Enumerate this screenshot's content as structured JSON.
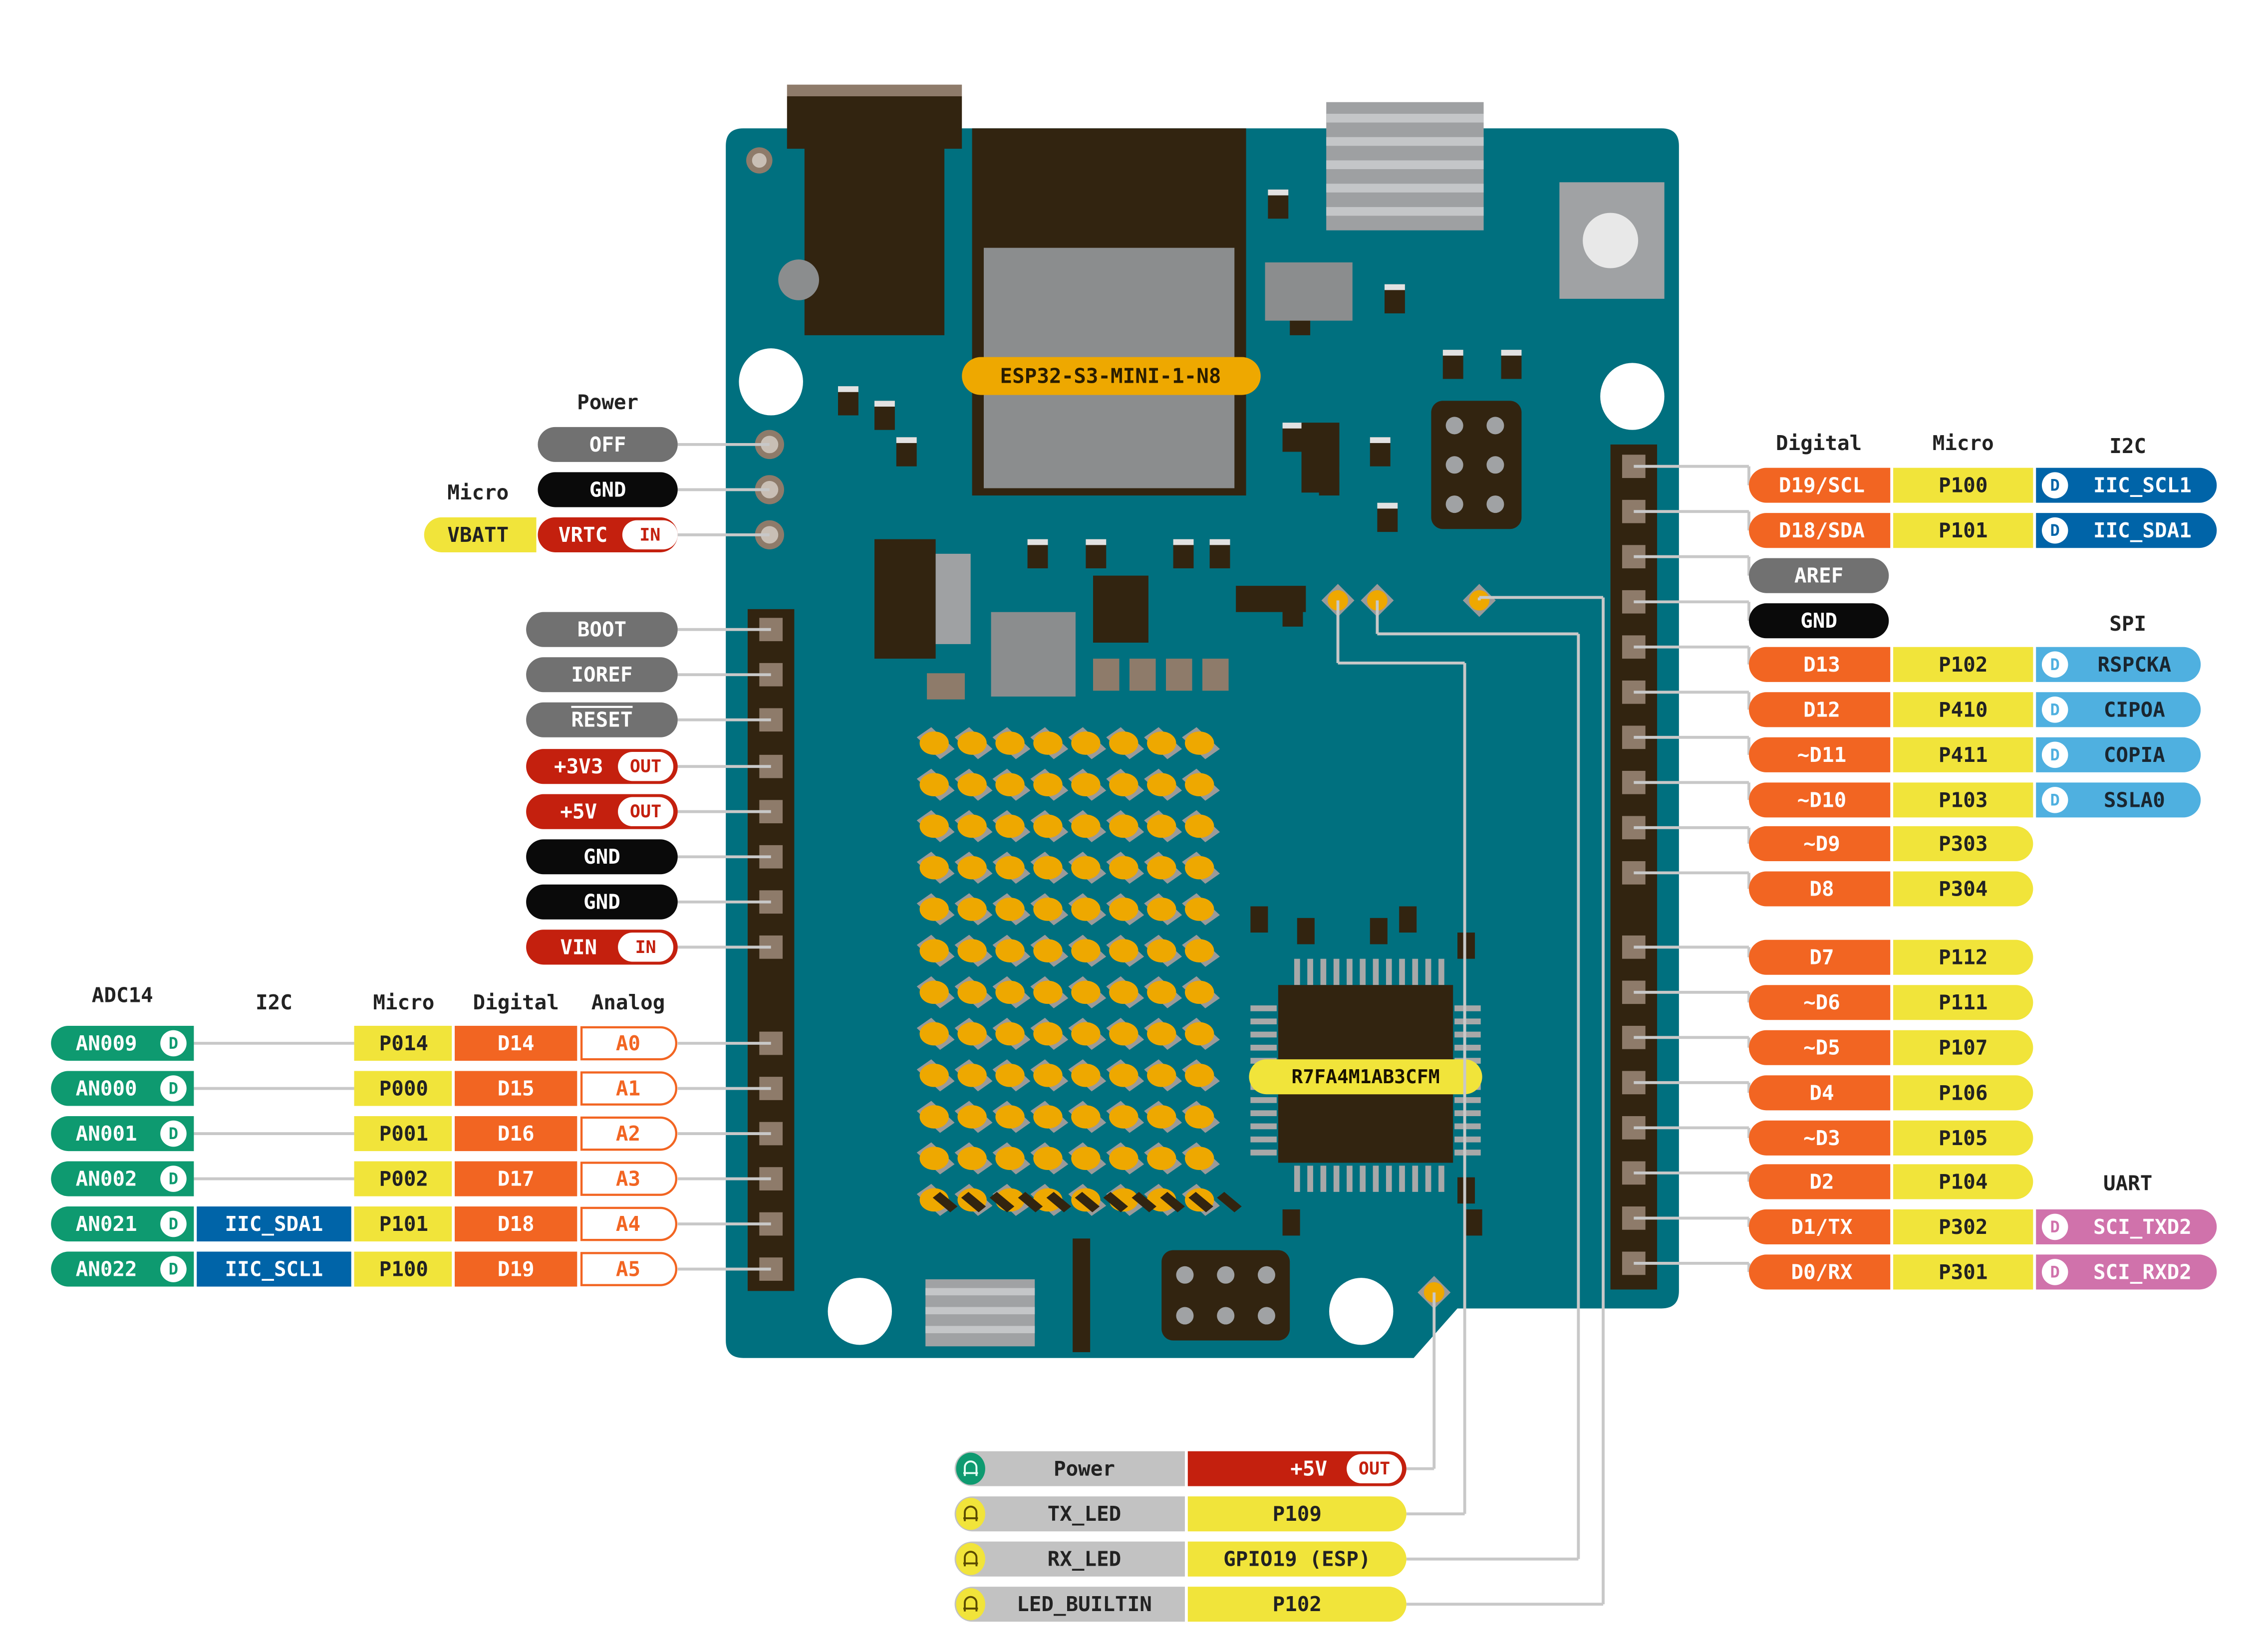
{
  "title": "Arduino UNO R4 WiFi Pinout",
  "colors": {
    "board": "#00707f",
    "header": "#322410",
    "pad": "#8e7b6a",
    "wire": "#c8c8c8",
    "gray": "#717171",
    "black": "#0a0a0a",
    "red": "#c4200e",
    "yellow": "#f1e43a",
    "orange": "#f26522",
    "green": "#0e9a70",
    "blue_dark": "#0064a8",
    "blue_light": "#4fb0e0",
    "pink": "#d072ab",
    "led_amber": "#eea800",
    "chip_gray": "#8b8d8e",
    "light_gray": "#c2c2c2",
    "white": "#ffffff"
  },
  "chips": {
    "esp": "ESP32-S3-MINI-1-N8",
    "mcu": "R7FA4M1AB3CFM"
  },
  "power_header": {
    "group_label": "Power",
    "micro_label": "Micro",
    "pins": [
      {
        "label": "OFF",
        "color": "gray",
        "badge": null,
        "micro": null
      },
      {
        "label": "GND",
        "color": "black",
        "badge": null,
        "micro": null
      },
      {
        "label": "VRTC",
        "color": "red",
        "badge": "IN",
        "micro": "VBATT"
      }
    ]
  },
  "left_power_pins": [
    {
      "label": "BOOT",
      "color": "gray",
      "badge": null,
      "overline": false
    },
    {
      "label": "IOREF",
      "color": "gray",
      "badge": null,
      "overline": false
    },
    {
      "label": "RESET",
      "color": "gray",
      "badge": null,
      "overline": true
    },
    {
      "label": "+3V3",
      "color": "red",
      "badge": "OUT",
      "overline": false
    },
    {
      "label": "+5V",
      "color": "red",
      "badge": "OUT",
      "overline": false
    },
    {
      "label": "GND",
      "color": "black",
      "badge": null,
      "overline": false
    },
    {
      "label": "GND",
      "color": "black",
      "badge": null,
      "overline": false
    },
    {
      "label": "VIN",
      "color": "red",
      "badge": "IN",
      "overline": false
    }
  ],
  "analog_table": {
    "headers": {
      "adc": "ADC14",
      "i2c": "I2C",
      "micro": "Micro",
      "digital": "Digital",
      "analog": "Analog"
    },
    "rows": [
      {
        "adc": "AN009",
        "i2c": null,
        "micro": "P014",
        "digital": "D14",
        "analog": "A0"
      },
      {
        "adc": "AN000",
        "i2c": null,
        "micro": "P000",
        "digital": "D15",
        "analog": "A1"
      },
      {
        "adc": "AN001",
        "i2c": null,
        "micro": "P001",
        "digital": "D16",
        "analog": "A2"
      },
      {
        "adc": "AN002",
        "i2c": null,
        "micro": "P002",
        "digital": "D17",
        "analog": "A3"
      },
      {
        "adc": "AN021",
        "i2c": "IIC_SDA1",
        "micro": "P101",
        "digital": "D18",
        "analog": "A4"
      },
      {
        "adc": "AN022",
        "i2c": "IIC_SCL1",
        "micro": "P100",
        "digital": "D19",
        "analog": "A5"
      }
    ],
    "badge": "D"
  },
  "digital_table": {
    "headers": {
      "digital": "Digital",
      "micro": "Micro",
      "i2c": "I2C",
      "spi": "SPI",
      "uart": "UART"
    },
    "badge": "D",
    "rows": [
      {
        "digital": "D19/SCL",
        "micro": "P100",
        "func": "IIC_SCL1",
        "func_color": "blue_dark",
        "kind": "orange"
      },
      {
        "digital": "D18/SDA",
        "micro": "P101",
        "func": "IIC_SDA1",
        "func_color": "blue_dark",
        "kind": "orange"
      },
      {
        "digital": "AREF",
        "micro": null,
        "func": null,
        "func_color": null,
        "kind": "gray"
      },
      {
        "digital": "GND",
        "micro": null,
        "func": null,
        "func_color": null,
        "kind": "black"
      },
      {
        "digital": "D13",
        "micro": "P102",
        "func": "RSPCKA",
        "func_color": "blue_light",
        "kind": "orange"
      },
      {
        "digital": "D12",
        "micro": "P410",
        "func": "CIPOA",
        "func_color": "blue_light",
        "kind": "orange"
      },
      {
        "digital": "~D11",
        "micro": "P411",
        "func": "COPIA",
        "func_color": "blue_light",
        "kind": "orange"
      },
      {
        "digital": "~D10",
        "micro": "P103",
        "func": "SSLA0",
        "func_color": "blue_light",
        "kind": "orange"
      },
      {
        "digital": "~D9",
        "micro": "P303",
        "func": null,
        "func_color": null,
        "kind": "orange"
      },
      {
        "digital": "D8",
        "micro": "P304",
        "func": null,
        "func_color": null,
        "kind": "orange"
      },
      {
        "digital": "D7",
        "micro": "P112",
        "func": null,
        "func_color": null,
        "kind": "orange"
      },
      {
        "digital": "~D6",
        "micro": "P111",
        "func": null,
        "func_color": null,
        "kind": "orange"
      },
      {
        "digital": "~D5",
        "micro": "P107",
        "func": null,
        "func_color": null,
        "kind": "orange"
      },
      {
        "digital": "D4",
        "micro": "P106",
        "func": null,
        "func_color": null,
        "kind": "orange"
      },
      {
        "digital": "~D3",
        "micro": "P105",
        "func": null,
        "func_color": null,
        "kind": "orange"
      },
      {
        "digital": "D2",
        "micro": "P104",
        "func": null,
        "func_color": null,
        "kind": "orange"
      },
      {
        "digital": "D1/TX",
        "micro": "P302",
        "func": "SCI_TXD2",
        "func_color": "pink",
        "kind": "orange"
      },
      {
        "digital": "D0/RX",
        "micro": "P301",
        "func": "SCI_RXD2",
        "func_color": "pink",
        "kind": "orange"
      }
    ]
  },
  "led_table": {
    "rows": [
      {
        "name": "Power",
        "icon_color": "green",
        "value": "+5V",
        "value_color": "red",
        "badge": "OUT"
      },
      {
        "name": "TX_LED",
        "icon_color": "yellow",
        "value": "P109",
        "value_color": "yellow",
        "badge": null
      },
      {
        "name": "RX_LED",
        "icon_color": "yellow",
        "value": "GPIO19 (ESP)",
        "value_color": "yellow",
        "badge": null
      },
      {
        "name": "LED_BUILTIN",
        "icon_color": "yellow",
        "value": "P102",
        "value_color": "yellow",
        "badge": null
      }
    ]
  },
  "led_matrix": {
    "rows": 12,
    "cols": 8
  }
}
